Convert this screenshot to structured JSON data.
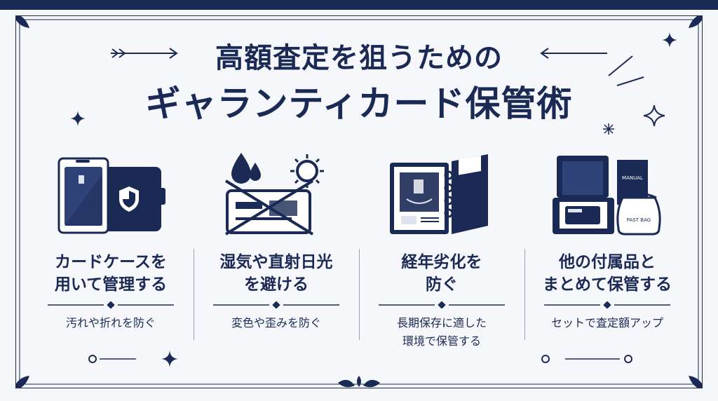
{
  "title": {
    "line1": "高額査定を狙うための",
    "line2": "ギャランティカード保管術"
  },
  "colors": {
    "navy": "#1b2a55",
    "background": "#f6f7fb"
  },
  "tips": [
    {
      "heading_line1": "カードケースを",
      "heading_line2": "用いて管理する",
      "sub_line1": "汚れや折れを防ぐ",
      "sub_line2": "",
      "icon": "card-case-shield-icon"
    },
    {
      "heading_line1": "湿気や直射日光",
      "heading_line2": "を避ける",
      "sub_line1": "変色や歪みを防ぐ",
      "sub_line2": "",
      "icon": "water-sun-crossed-card-icon"
    },
    {
      "heading_line1": "経年劣化を",
      "heading_line2": "防ぐ",
      "sub_line1": "長期保存に適した",
      "sub_line2": "環境で保管する",
      "icon": "binder-album-icon"
    },
    {
      "heading_line1": "他の付属品と",
      "heading_line2": "まとめて保管する",
      "sub_line1": "セットで査定額アップ",
      "sub_line2": "",
      "icon": "box-manual-bag-icon"
    }
  ],
  "illustration_text": {
    "manual": "MANUAL",
    "bag": "PAST BAG"
  }
}
